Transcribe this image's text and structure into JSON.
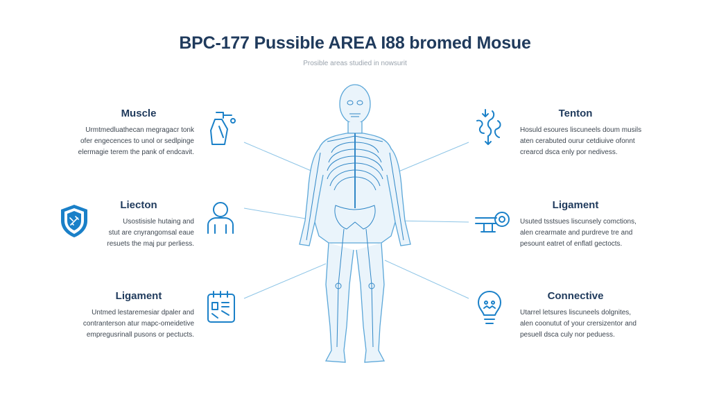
{
  "title": "BPC-177 Pussible AREA I88 bromed Mosue",
  "subtitle": "Prosible areas studied in nowsurit",
  "colors": {
    "primary": "#1f3a5c",
    "accent": "#1a80c8",
    "body_line": "#5aa6d8",
    "text": "#3d4650"
  },
  "callouts": {
    "muscle": {
      "heading": "Muscle",
      "lines": [
        "Urmtmedluathecan megragacr tonk",
        "ofer engecences to unol or sedlpinge",
        "elermagie terem the pank of endcavit."
      ],
      "icon": "muscle-icon"
    },
    "lecton": {
      "heading": "Liecton",
      "lines": [
        "Usostisisle hutaing and",
        "stut are cnyrangomsal eaue",
        "resuets the maj pur perliess."
      ],
      "icon": "shield-icon"
    },
    "ligament_left": {
      "heading": "Ligament",
      "lines": [
        "Untmed lestaremesiar dpaler and",
        "contranterson atur mapc-omeidetive",
        "empregusrinall pusons or pectucts."
      ],
      "icon": "tissue-grid-icon"
    },
    "tenton": {
      "heading": "Tenton",
      "lines": [
        "Hosuld esoures liscuneels doum musils",
        "aten cerabuted ourur cetdiuive ofonnt",
        "crearcd dsca enly por nedivess."
      ],
      "icon": "tendon-icon"
    },
    "ligament_right": {
      "heading": "Ligament",
      "lines": [
        "Usuted tsstsues liscunsely comctions,",
        "alen crearmate and purdreve tre and",
        "pesount eatret of enflatl gectocts."
      ],
      "icon": "joint-icon"
    },
    "connective": {
      "heading": "Connective",
      "lines": [
        "Utarrel letsures liscuneels dolgnites,",
        "alen coonutut of your crersizentor and",
        "pesuell dsca culy nor peduess."
      ],
      "icon": "bulb-icon"
    }
  }
}
